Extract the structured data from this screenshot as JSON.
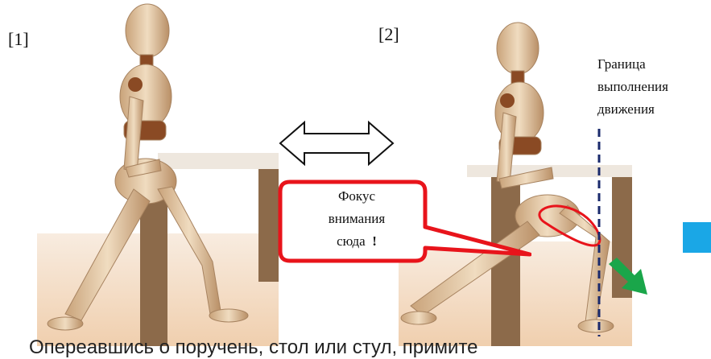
{
  "panels": {
    "left_label": "[1]",
    "right_label": "[2]"
  },
  "boundary": {
    "line1": "Граница",
    "line2": "выполнения",
    "line3": "движения"
  },
  "callout": {
    "line1": "Фокус",
    "line2": "внимания",
    "line3": "сюда",
    "exclaim": "!"
  },
  "caption": "Опереавшись о поручень, стол или стул, примите",
  "colors": {
    "callout_border": "#e8141b",
    "boundary_line": "#1a2a6c",
    "arrow_green": "#1aa64a",
    "cyan_square": "#1aa7e6",
    "floor": "#f3dcc4",
    "figure_wood": "#e3c7a3",
    "joint": "#8a4a24"
  },
  "icons": {
    "double_arrow": "double-headed-arrow-icon",
    "direction_arrow": "green-direction-arrow-icon",
    "next_square": "next-step-square-icon"
  }
}
